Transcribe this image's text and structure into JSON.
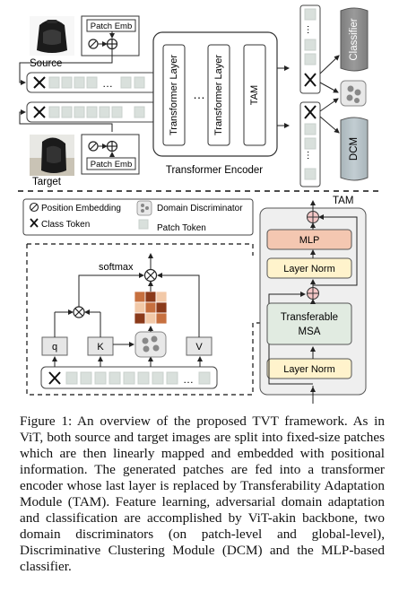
{
  "figure": {
    "source_label": "Source",
    "target_label": "Target",
    "patch_emb_label": "Patch Emb",
    "transformer_layer_label": "Transformer Layer",
    "tam_label": "TAM",
    "transformer_encoder_label": "Transformer Encoder",
    "classifier_label": "Classifier",
    "dcm_label": "DCM",
    "tam_title": "TAM",
    "mlp_label": "MLP",
    "layer_norm_label": "Layer Norm",
    "transferable_msa_label_1": "Transferable",
    "transferable_msa_label_2": "MSA",
    "softmax_label": "softmax",
    "q_label": "q",
    "k_label": "K",
    "v_label": "V",
    "ellipsis": "…",
    "legend": {
      "position_embedding": "Position Embedding",
      "domain_discriminator": "Domain Discriminator",
      "class_token": "Class Token",
      "patch_token": "Patch Token"
    }
  },
  "caption": "Figure 1: An overview of the proposed TVT framework. As in ViT, both source and target images are split into fixed-size patches which are then linearly mapped and embedded with positional information. The generated patches are fed into a transformer encoder whose last layer is replaced by Transferability Adaptation Module (TAM). Feature learning, adversarial domain adaptation and classification are accomplished by ViT-akin backbone, two domain discriminators (on patch-level and global-level), Discriminative Clustering Module (DCM) and the MLP-based classifier.",
  "colors": {
    "patch": "#d9e0dc",
    "classifier": "#8a8a8a",
    "dcm": "#b6c1c6",
    "mlp": "#f4c7b1",
    "layer_norm": "#fff3cc",
    "msa": "#e1ebe1",
    "tam_panel": "#efefef",
    "plus_circle": "#f4c7c7",
    "heat_dark": "#8b3a1a",
    "heat_mid": "#c7703f",
    "heat_light": "#f2c9a8"
  }
}
